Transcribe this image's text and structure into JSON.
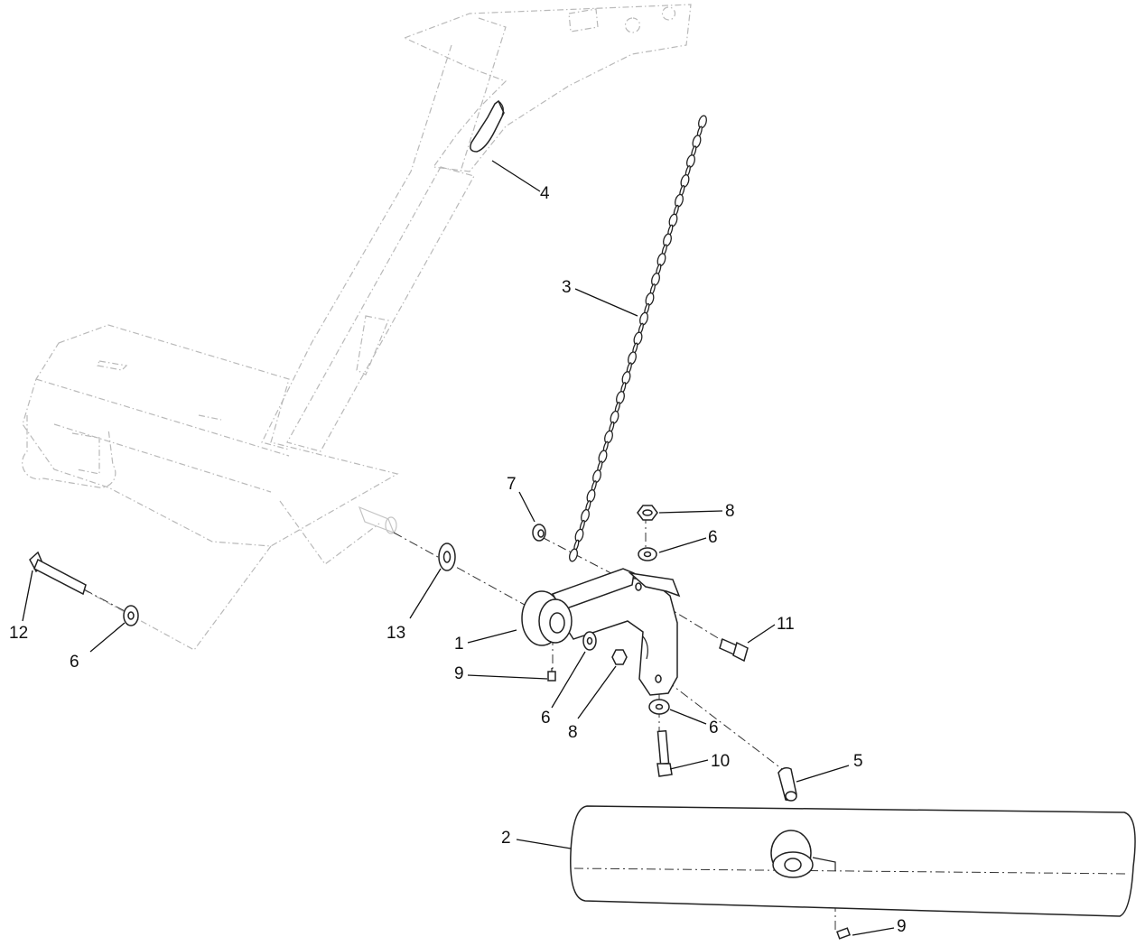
{
  "callouts": {
    "c1": "1",
    "c2": "2",
    "c3": "3",
    "c4": "4",
    "c5": "5",
    "c6a": "6",
    "c6b": "6",
    "c6c": "6",
    "c6d": "6",
    "c7": "7",
    "c8a": "8",
    "c8b": "8",
    "c9a": "9",
    "c9b": "9",
    "c10": "10",
    "c11": "11",
    "c12": "12",
    "c13": "13"
  }
}
